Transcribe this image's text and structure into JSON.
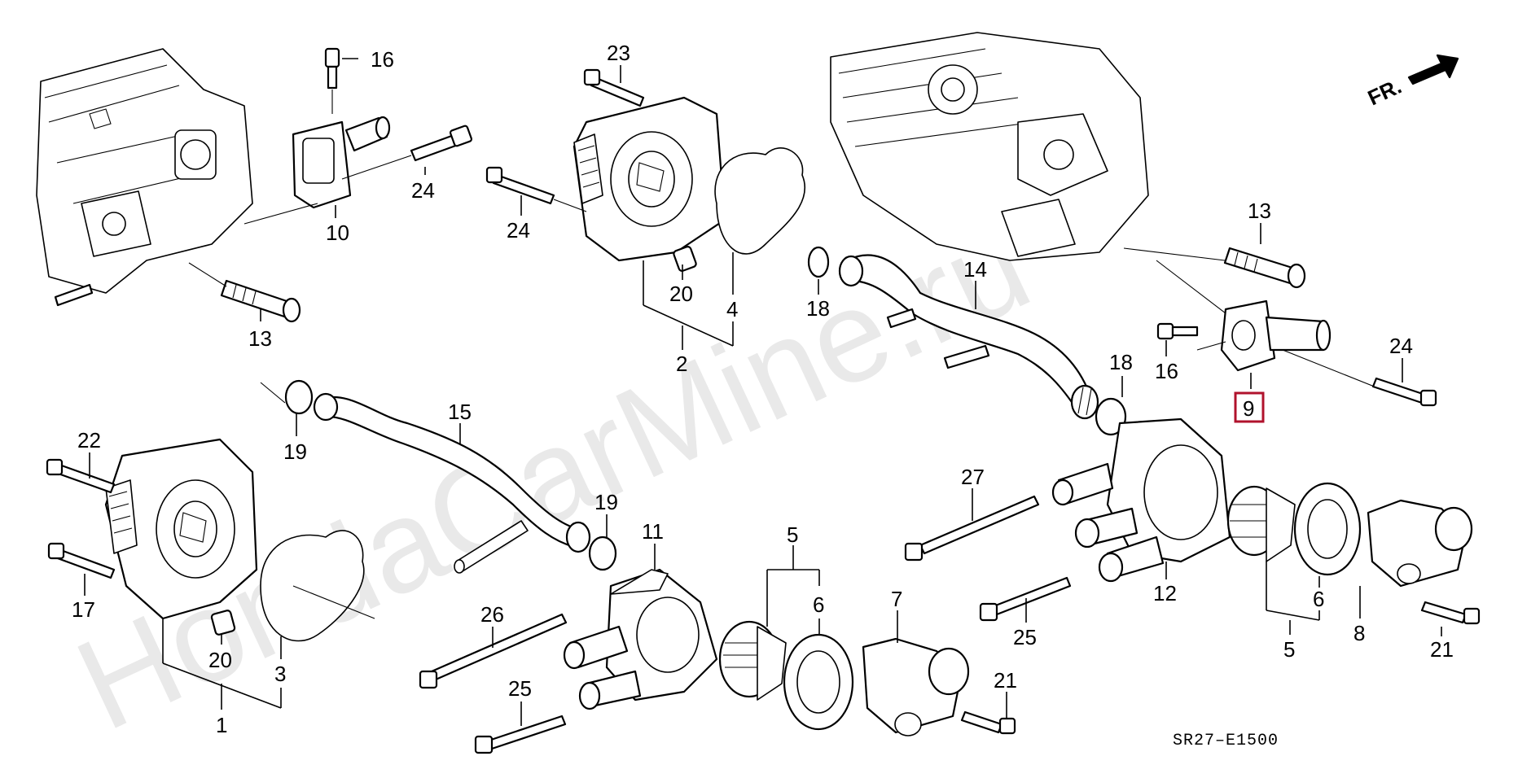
{
  "watermark": "HondaCarMine.ru",
  "direction_label": "FR.",
  "ref_code": "SR27–E1500",
  "highlighted_part": "9",
  "callouts": {
    "c1": "1",
    "c2": "2",
    "c3": "3",
    "c4": "4",
    "c5a": "5",
    "c5b": "5",
    "c6a": "6",
    "c6b": "6",
    "c7": "7",
    "c8": "8",
    "c9": "9",
    "c10": "10",
    "c11": "11",
    "c12": "12",
    "c13a": "13",
    "c13b": "13",
    "c14": "14",
    "c15": "15",
    "c16a": "16",
    "c16b": "16",
    "c17": "17",
    "c18a": "18",
    "c18b": "18",
    "c19a": "19",
    "c19b": "19",
    "c20a": "20",
    "c20b": "20",
    "c21a": "21",
    "c21b": "21",
    "c22": "22",
    "c23": "23",
    "c24a": "24",
    "c24b": "24",
    "c24c": "24",
    "c25a": "25",
    "c25b": "25",
    "c26": "26",
    "c27": "27"
  },
  "colors": {
    "highlight": "#b0122c",
    "line": "#000000",
    "watermark": "#e9e9e9"
  }
}
